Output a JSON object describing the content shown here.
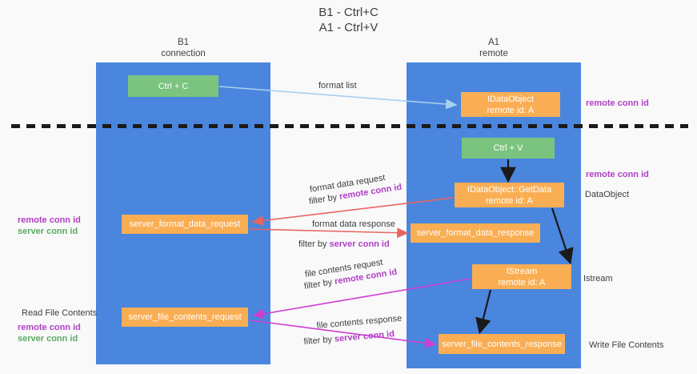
{
  "title": {
    "line1": "B1 - Ctrl+C",
    "line2": "A1 - Ctrl+V"
  },
  "columns": [
    {
      "id": "b1",
      "name": "B1",
      "role": "connection"
    },
    {
      "id": "a1",
      "name": "A1",
      "role": "remote"
    }
  ],
  "boxes": {
    "ctrl_c": {
      "label": "Ctrl + C",
      "color": "#7bc47f"
    },
    "idataobject": {
      "line1": "IDataObject",
      "line2": "remote id: A",
      "color": "#f9ae54"
    },
    "ctrl_v": {
      "label": "Ctrl + V",
      "color": "#7bc47f"
    },
    "idataobject_getdata": {
      "line1": "IDataObject::GetData",
      "line2": "remote id: A",
      "color": "#f9ae54"
    },
    "server_format_data_request": {
      "label": "server_format_data_request",
      "color": "#f9ae54"
    },
    "server_format_data_response": {
      "label": "server_format_data_response",
      "color": "#f9ae54"
    },
    "istream": {
      "line1": "IStream",
      "line2": "remote id: A",
      "color": "#f9ae54"
    },
    "server_file_contents_request": {
      "label": "server_file_contents_request",
      "color": "#f9ae54"
    },
    "server_file_contents_response": {
      "label": "server_file_contents_response",
      "color": "#f9ae54"
    }
  },
  "annotations": {
    "format_list": "format list",
    "format_data_request": "format data request",
    "filter_by": "filter by ",
    "remote_conn_id": "remote conn id",
    "server_conn_id": "server conn id",
    "format_data_response": "format data response",
    "file_contents_request": "file contents request",
    "file_contents_response": "file contents response"
  },
  "side_labels": {
    "right_remote_conn_id_top": "remote conn id",
    "right_remote_conn_id_mid": "remote conn id",
    "dataobject": "DataObject",
    "istream": "Istream",
    "write_file_contents": "Write File Contents",
    "read_file_contents": "Read File Contents",
    "left_remote_conn_id": "remote conn id",
    "left_server_conn_id": "server conn id"
  },
  "colors": {
    "lane": "#4a86de",
    "green_box": "#7bc47f",
    "orange_box": "#f9ae54",
    "purple_text": "#b03fc4",
    "green_text": "#5aab62",
    "arrow_lightblue": "#a8d0ef",
    "arrow_red": "#e8645f",
    "arrow_magenta": "#cc3fd1",
    "arrow_black": "#1a1a1a",
    "divider": "#1a1a1a",
    "background": "#f9f9fa"
  }
}
